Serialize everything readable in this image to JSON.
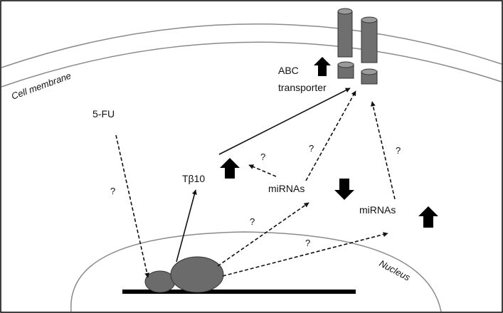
{
  "labels": {
    "cell_membrane": "Cell membrane",
    "nucleus": "Nucleus",
    "five_fu": "5-FU",
    "tb10": "Tβ10",
    "abc_line1": "ABC",
    "abc_line2": "transporter",
    "mirnas_left": "miRNAs",
    "mirnas_right": "miRNAs",
    "question": "?"
  },
  "colors": {
    "frame": "#000000",
    "membrane": "#8a8a8a",
    "transporter_fill": "#6f6f6f",
    "organelle_fill": "#6b6b6b",
    "arrow": "#111111",
    "block_arrow": "#000000"
  }
}
